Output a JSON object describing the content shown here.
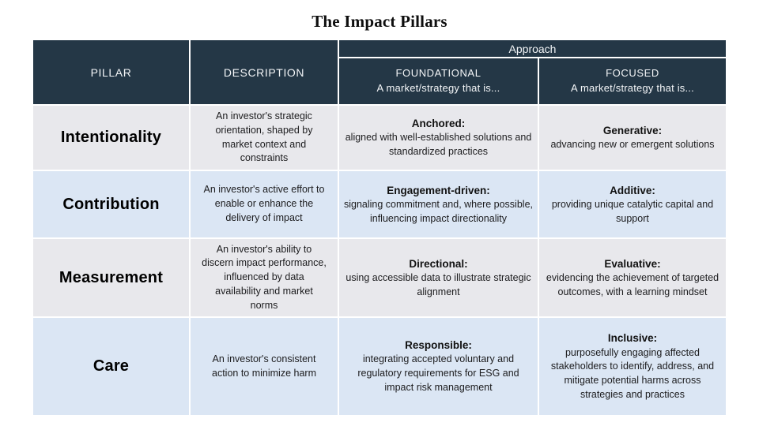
{
  "title": "The Impact Pillars",
  "colors": {
    "header_bg": "#243746",
    "header_text": "#f4f6f8",
    "row_gray_bg": "#e8e8ec",
    "row_blue_bg": "#dbe6f4",
    "body_text": "#1c1c1e"
  },
  "table": {
    "approach_label": "Approach",
    "headers": {
      "pillar": "PILLAR",
      "description": "DESCRIPTION",
      "foundational_label": "FOUNDATIONAL",
      "foundational_sub": "A market/strategy that is...",
      "focused_label": "FOCUSED",
      "focused_sub": "A market/strategy that is..."
    },
    "rows": [
      {
        "pillar": "Intentionality",
        "description": "An investor's strategic orientation, shaped by market context and constraints",
        "foundational_term": "Anchored:",
        "foundational_text": "aligned with well-established solutions and standardized practices",
        "focused_term": "Generative:",
        "focused_text": "advancing new or emergent solutions"
      },
      {
        "pillar": "Contribution",
        "description": "An investor's active effort to enable or enhance the delivery of impact",
        "foundational_term": "Engagement-driven:",
        "foundational_text": "signaling commitment and, where possible, influencing impact directionality",
        "focused_term": "Additive:",
        "focused_text": "providing unique catalytic capital and support"
      },
      {
        "pillar": "Measurement",
        "description": "An investor's ability to discern impact performance, influenced by data availability and market norms",
        "foundational_term": "Directional:",
        "foundational_text": "using accessible data to illustrate strategic alignment",
        "focused_term": "Evaluative:",
        "focused_text": "evidencing the achievement of targeted outcomes, with a learning mindset"
      },
      {
        "pillar": "Care",
        "description": "An investor's consistent action to minimize harm",
        "foundational_term": "Responsible:",
        "foundational_text": "integrating accepted voluntary and regulatory requirements for ESG and impact risk management",
        "focused_term": "Inclusive:",
        "focused_text": "purposefully engaging affected stakeholders to identify, address, and mitigate potential harms across strategies and practices"
      }
    ]
  }
}
